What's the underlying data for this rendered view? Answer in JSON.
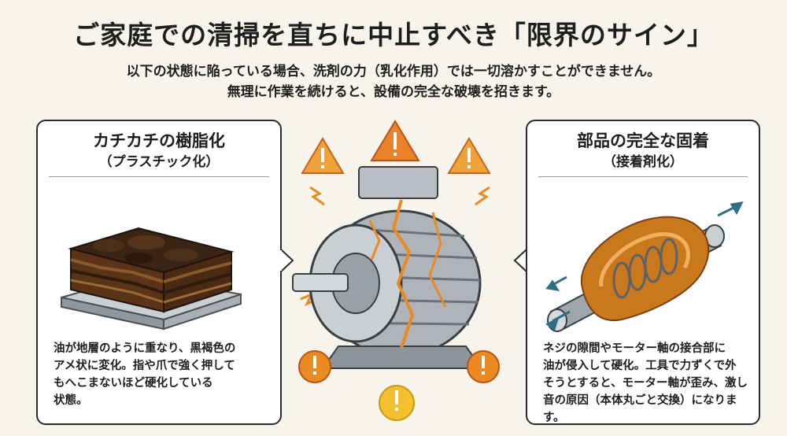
{
  "title": "ご家庭での清掃を直ちに中止すべき「限界のサイン」",
  "subtitle_line1": "以下の状態に陥っている場合、洗剤の力（乳化作用）では一切溶かすことができません。",
  "subtitle_line2": "無理に作業を続けると、設備の完全な破壊を招きます。",
  "left_panel": {
    "title": "カチカチの樹脂化",
    "subtitle": "（プラスチック化）",
    "desc_lines": [
      "油が地層のように重なり、黒褐色の",
      "アメ状に変化。指や爪で強く押して",
      "もへこまないほど硬化している",
      "状態。"
    ]
  },
  "right_panel": {
    "title": "部品の完全な固着",
    "subtitle": "（接着剤化）",
    "desc_lines": [
      "ネジの隙間やモーター軸の接合部に",
      "油が侵入して硬化。工具で力ずくで外",
      "そうとすると、モーター軸が歪み、激し",
      "音の原因（本体丸ごと交換）になります。"
    ]
  },
  "icons": {
    "warning": "warning-triangle-icon",
    "alert": "alert-circle-icon",
    "spark": "lightning-icon"
  },
  "colors": {
    "warning_orange": "#e98a23",
    "warning_yellow": "#f3c12d",
    "grease": "#c9781c",
    "metal": "#aeb4b9"
  }
}
